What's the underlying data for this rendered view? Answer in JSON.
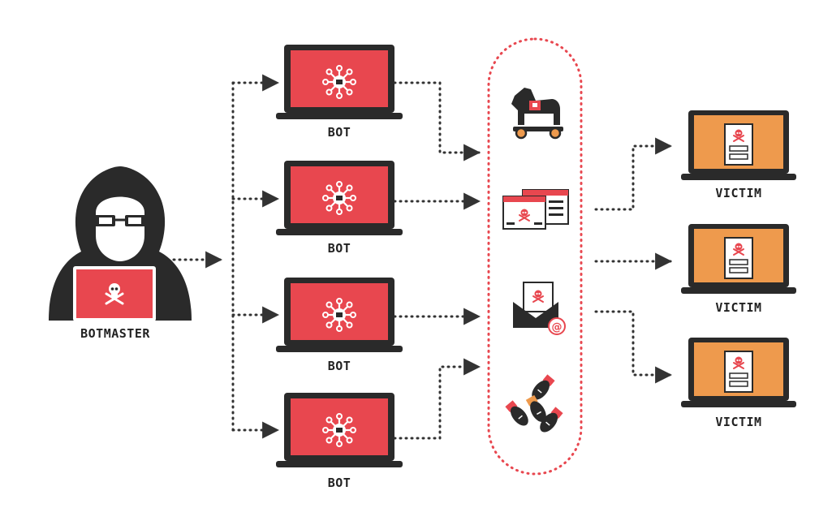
{
  "colors": {
    "bot_screen": "#e8474f",
    "victim_screen": "#ee9a4d",
    "device": "#2a2a2a",
    "connector": "#333333",
    "attack_border": "#e8474f"
  },
  "botmaster": {
    "label": "BOTMASTER"
  },
  "bots": [
    {
      "label": "BOT"
    },
    {
      "label": "BOT"
    },
    {
      "label": "BOT"
    },
    {
      "label": "BOT"
    }
  ],
  "victims": [
    {
      "label": "VICTIM"
    },
    {
      "label": "VICTIM"
    },
    {
      "label": "VICTIM"
    }
  ],
  "attacks": [
    {
      "icon": "trojan-horse-icon"
    },
    {
      "icon": "infected-webpage-icon"
    },
    {
      "icon": "phishing-email-icon"
    },
    {
      "icon": "malware-bombs-icon"
    }
  ]
}
